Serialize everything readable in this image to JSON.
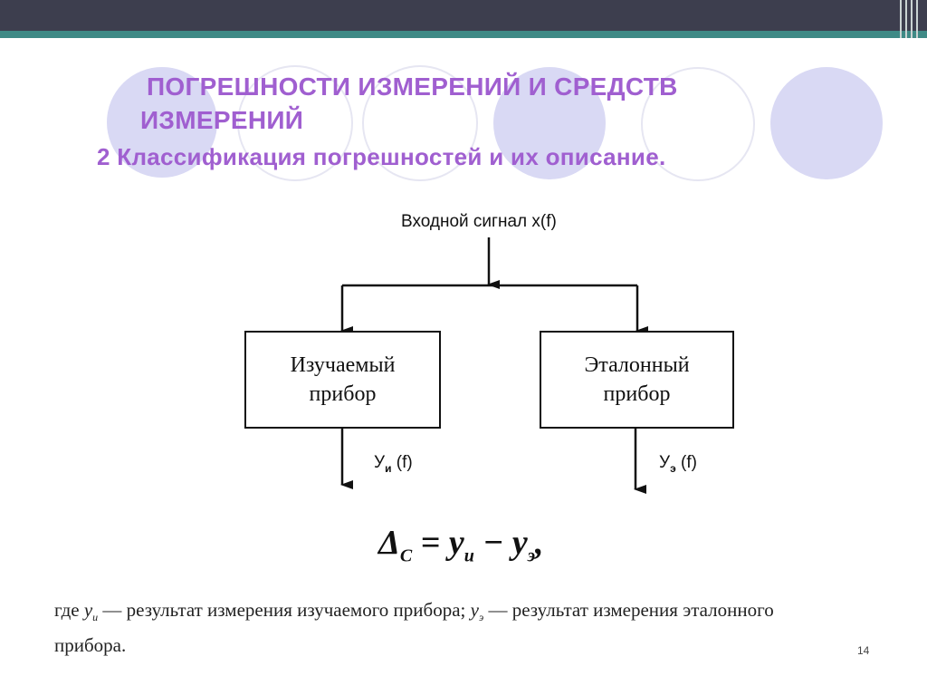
{
  "slide": {
    "title_line1": "ПОГРЕШНОСТИ ИЗМЕРЕНИЙ И СРЕДСТВ",
    "title_line2": "ИЗМЕРЕНИЙ",
    "subtitle": "2 Классификация погрешностей и их описание.",
    "page_number": "14"
  },
  "diagram": {
    "input_label": "Входной сигнал x(f)",
    "box_left_line1": "Изучаемый",
    "box_left_line2": "прибор",
    "box_right_line1": "Эталонный",
    "box_right_line2": "прибор",
    "out_left_main": "У",
    "out_left_sub": "и",
    "out_left_tail": " (f)",
    "out_right_main": "У",
    "out_right_sub": "э",
    "out_right_tail": " (f)"
  },
  "formula": {
    "delta": "Δ",
    "delta_sub": "C",
    "eq": " = ",
    "y1": "y",
    "y1_sub": "и",
    "minus": " − ",
    "y2": "y",
    "y2_sub": "э",
    "tail": ","
  },
  "description": {
    "prefix": "где ",
    "v1": "y",
    "v1_sub": "и",
    "middle": " — результат измерения изучаемого прибора; ",
    "v2": "y",
    "v2_sub": "э",
    "suffix": " — результат измерения эталонного прибора."
  },
  "colors": {
    "topbar": "#3d3e4e",
    "accent_stripe": "#3f8a86",
    "title": "#a05fd0",
    "decor_circle": "#d9d9f4"
  }
}
